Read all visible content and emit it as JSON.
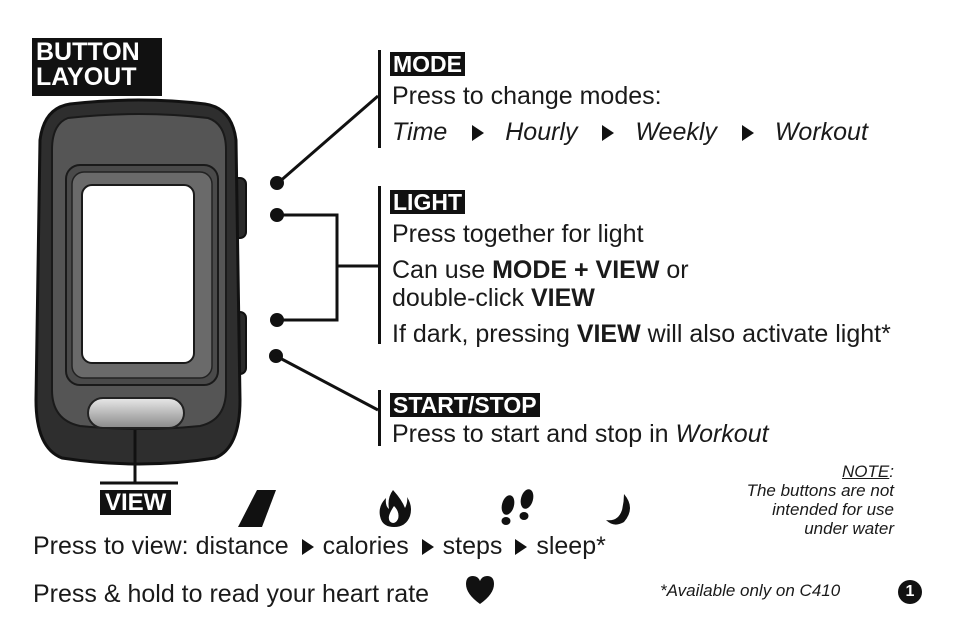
{
  "title": {
    "line1": "BUTTON",
    "line2": "LAYOUT"
  },
  "mode": {
    "label": "MODE",
    "description": "Press to change modes:",
    "modes": [
      "Time",
      "Hourly",
      "Weekly",
      "Workout"
    ]
  },
  "light": {
    "label": "LIGHT",
    "line1": "Press together for light",
    "line2_pre": "Can use ",
    "line2_bold": "MODE + VIEW",
    "line2_post": " or",
    "line3_pre": "double-click ",
    "line3_bold": "VIEW",
    "line4_pre": "If dark, pressing ",
    "line4_bold": "VIEW",
    "line4_post": " will also activate light*"
  },
  "startstop": {
    "label": "START/STOP",
    "pre": "Press to start and stop in ",
    "italic": "Workout"
  },
  "view": {
    "label": "VIEW",
    "press_prefix": "Press to view: ",
    "items": [
      "distance",
      "calories",
      "steps",
      "sleep*"
    ],
    "hold_text": "Press & hold to read your heart rate"
  },
  "note": {
    "heading": "NOTE",
    "colon": ":",
    "line1": "The buttons are not",
    "line2": "intended for use",
    "line3": "under water"
  },
  "footnote": "*Available only on C410",
  "page_number": "1",
  "icons": [
    "road-icon",
    "flame-icon",
    "footprints-icon",
    "moon-icon",
    "heart-icon"
  ]
}
